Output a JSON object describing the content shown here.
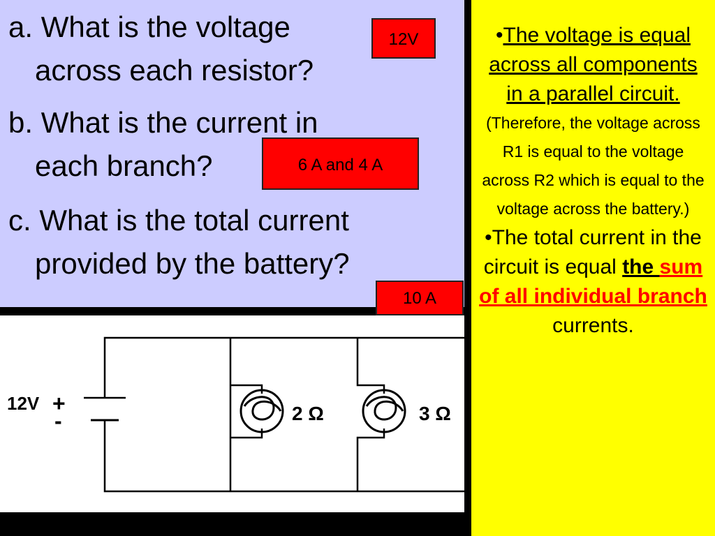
{
  "questions": {
    "a": {
      "marker": "a.",
      "line1": "What is the voltage",
      "line2": "across each resistor?",
      "answer": "12V"
    },
    "b": {
      "marker": "b.",
      "line1": "What is the current in",
      "line2": "each branch?",
      "answer": "6 A and 4 A"
    },
    "c": {
      "marker": "c.",
      "line1": "What is the total current",
      "line2": "provided by the battery?",
      "answer": "10 A"
    }
  },
  "circuit": {
    "battery_label": "12V",
    "plus": "+",
    "minus": "-",
    "resistor1_label": "2 Ω",
    "resistor2_label": "3 Ω"
  },
  "notes": {
    "bullet": "•",
    "voltage_rule": "The voltage is equal across all components in a parallel circuit.",
    "voltage_explanation": "(Therefore, the voltage across R1 is equal to the voltage across R2 which is equal to the voltage across the battery.)",
    "current_rule_start": "The total current in the circuit is equal ",
    "current_rule_the": "the ",
    "current_rule_sum": "sum",
    "current_rule_rest": " of all individual branch",
    "current_rule_end": " currents."
  },
  "colors": {
    "question_bg": "#ccccff",
    "answer_bg": "#ff0000",
    "notes_bg": "#ffff00",
    "emphasis": "#ff0000"
  }
}
